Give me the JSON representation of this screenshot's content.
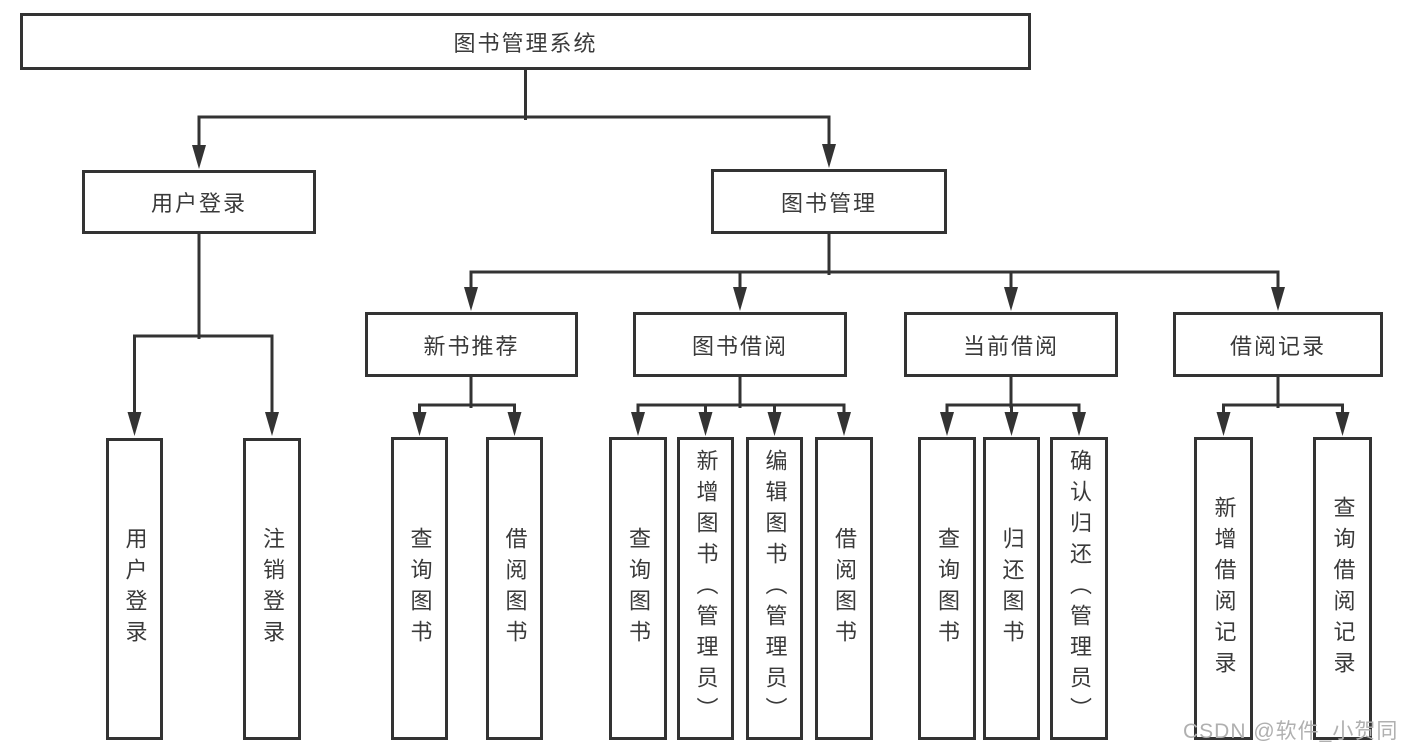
{
  "root": {
    "label": "图书管理系统"
  },
  "user_login": {
    "label": "用户登录",
    "children": {
      "login": "用户登录",
      "logout": "注销登录"
    }
  },
  "book_mgmt": {
    "label": "图书管理",
    "new_books": {
      "label": "新书推荐",
      "children": {
        "query": "查询图书",
        "borrow": "借阅图书"
      }
    },
    "borrowing": {
      "label": "图书借阅",
      "children": {
        "query": "查询图书",
        "add": "新增图书（管理员）",
        "edit": "编辑图书（管理员）",
        "borrow": "借阅图书"
      }
    },
    "current": {
      "label": "当前借阅",
      "children": {
        "query": "查询图书",
        "return": "归还图书",
        "confirm": "确认归还（管理员）"
      }
    },
    "records": {
      "label": "借阅记录",
      "children": {
        "add": "新增借阅记录",
        "query": "查询借阅记录"
      }
    }
  },
  "watermark": "CSDN @软件_小贺同学",
  "colors": {
    "line": "#333333",
    "text": "#3a3a3a",
    "box_background": "#ffffff",
    "watermark": "#b0b0b0"
  }
}
